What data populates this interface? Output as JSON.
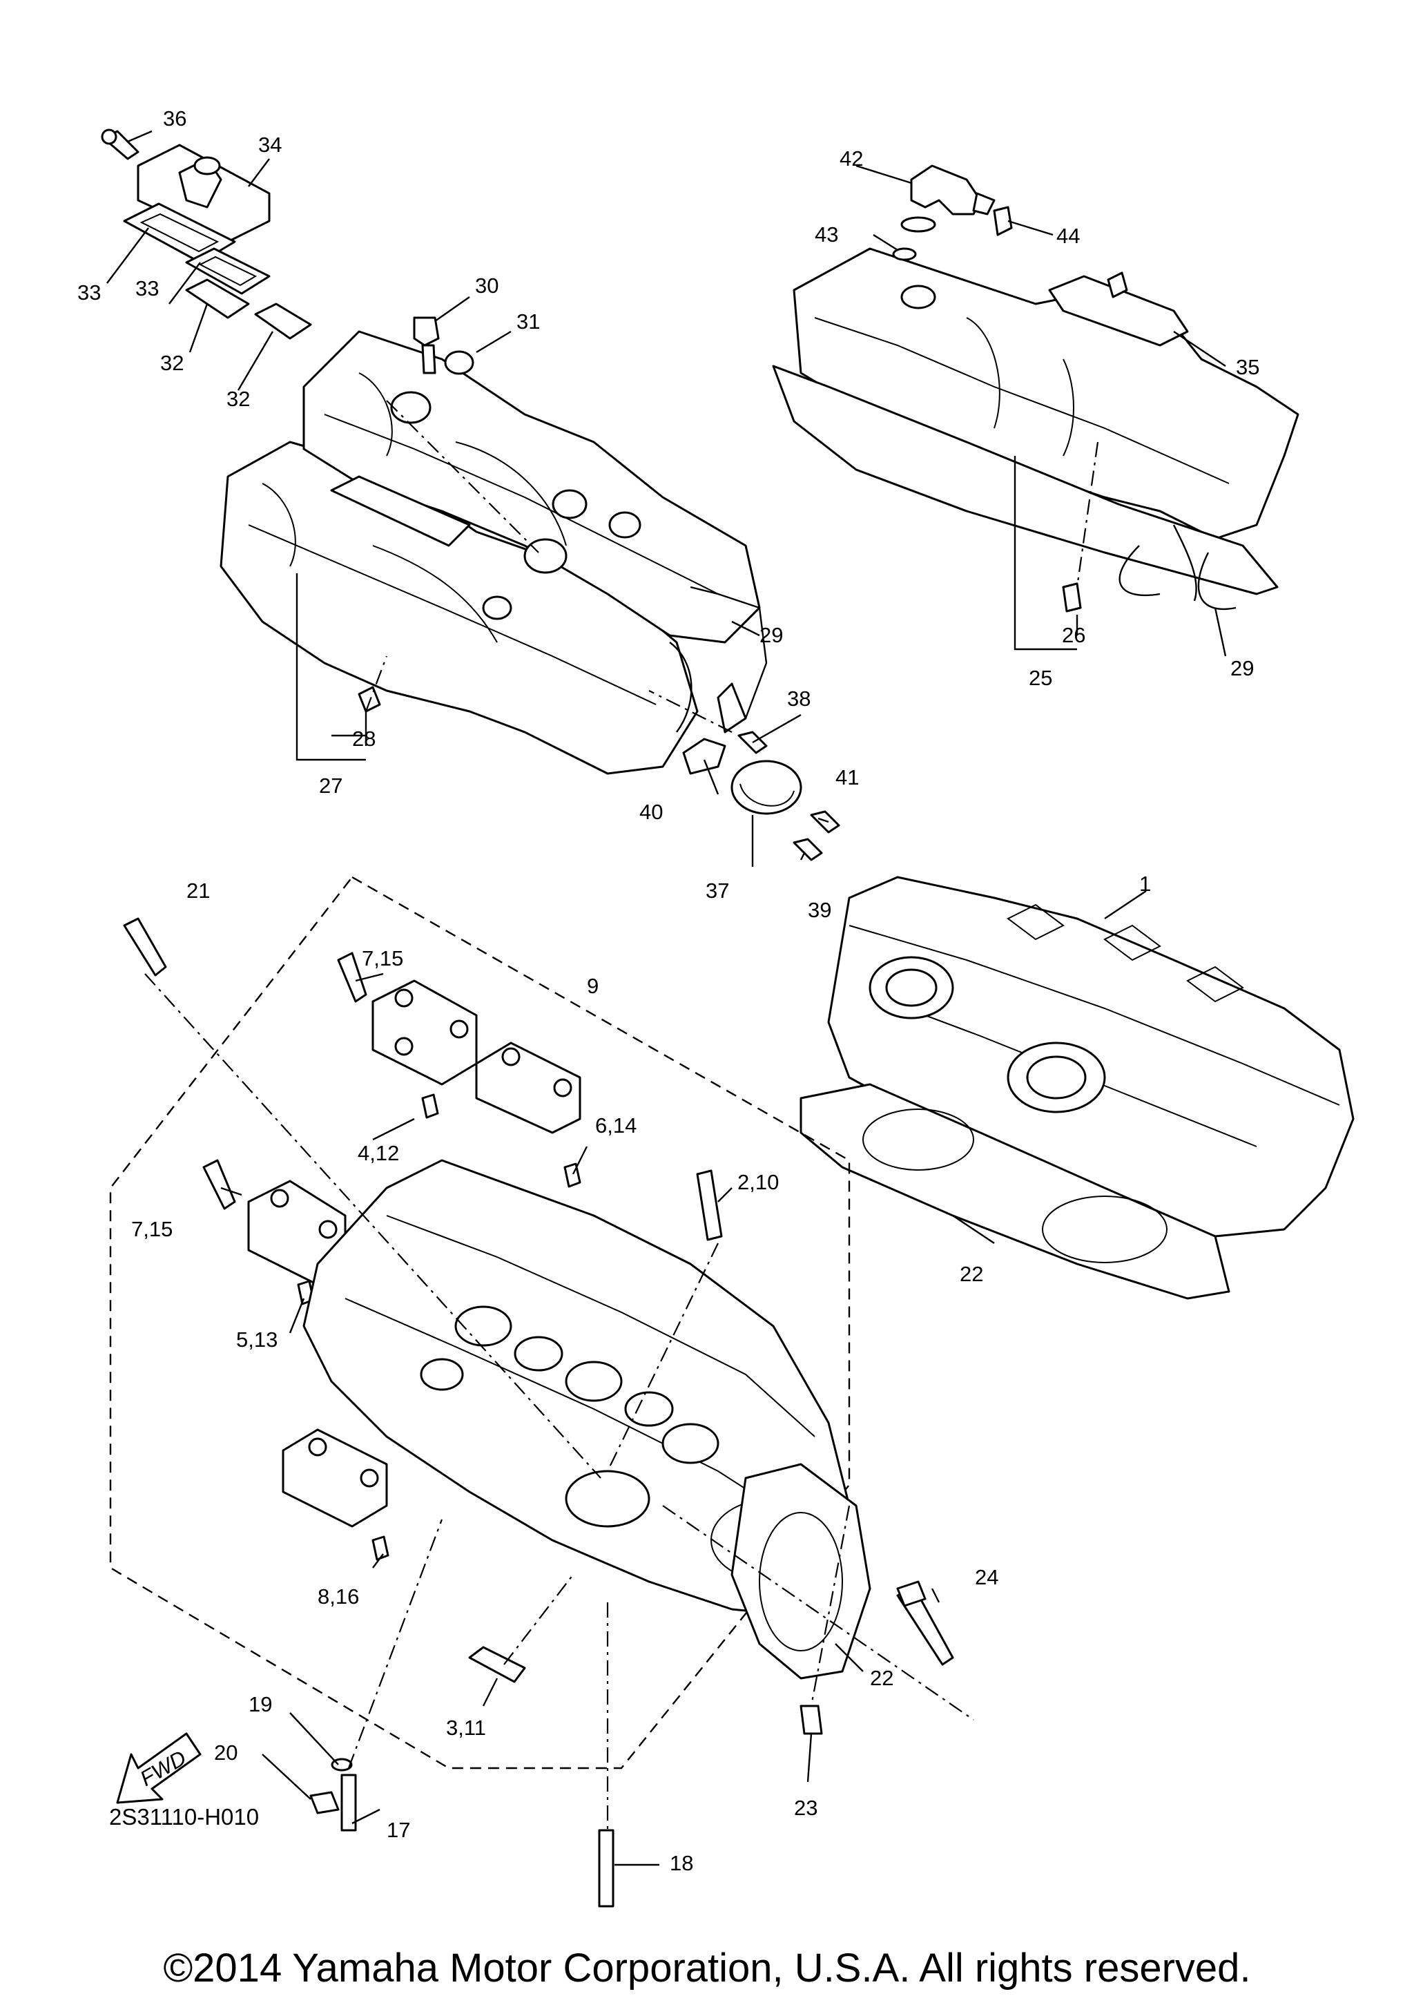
{
  "diagram_code": "2S31110-H010",
  "copyright": "©2014 Yamaha Motor Corporation, U.S.A. All rights reserved.",
  "fwd_label": "FWD",
  "callouts": {
    "c1": "1",
    "c2_10": "2,10",
    "c3_11": "3,11",
    "c4_12": "4,12",
    "c5_13": "5,13",
    "c6_14": "6,14",
    "c7_15a": "7,15",
    "c7_15b": "7,15",
    "c8_16": "8,16",
    "c9": "9",
    "c17": "17",
    "c18": "18",
    "c19": "19",
    "c20": "20",
    "c21": "21",
    "c22a": "22",
    "c22b": "22",
    "c23": "23",
    "c24": "24",
    "c25": "25",
    "c26": "26",
    "c27": "27",
    "c28": "28",
    "c29a": "29",
    "c29b": "29",
    "c30": "30",
    "c31": "31",
    "c32a": "32",
    "c32b": "32",
    "c33a": "33",
    "c33b": "33",
    "c34": "34",
    "c35": "35",
    "c36": "36",
    "c37": "37",
    "c38": "38",
    "c39": "39",
    "c40": "40",
    "c41": "41",
    "c42": "42",
    "c43": "43",
    "c44": "44"
  }
}
